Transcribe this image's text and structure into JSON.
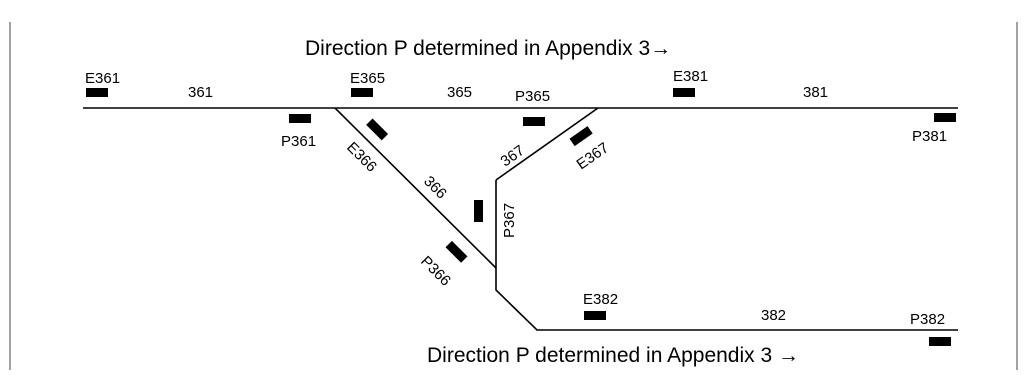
{
  "direction_top": "Direction P determined in Appendix 3→",
  "direction_bottom": "Direction P determined in Appendix 3 →",
  "tracks": {
    "t361": "361",
    "t365": "365",
    "t381": "381",
    "t366": "366",
    "t367": "367",
    "t382": "382"
  },
  "signals": {
    "E361": "E361",
    "E365": "E365",
    "E381": "E381",
    "P361": "P361",
    "P365": "P365",
    "P381": "P381",
    "E366": "E366",
    "E367": "E367",
    "P366": "P366",
    "P367": "P367",
    "E382": "E382",
    "P382": "P382"
  }
}
